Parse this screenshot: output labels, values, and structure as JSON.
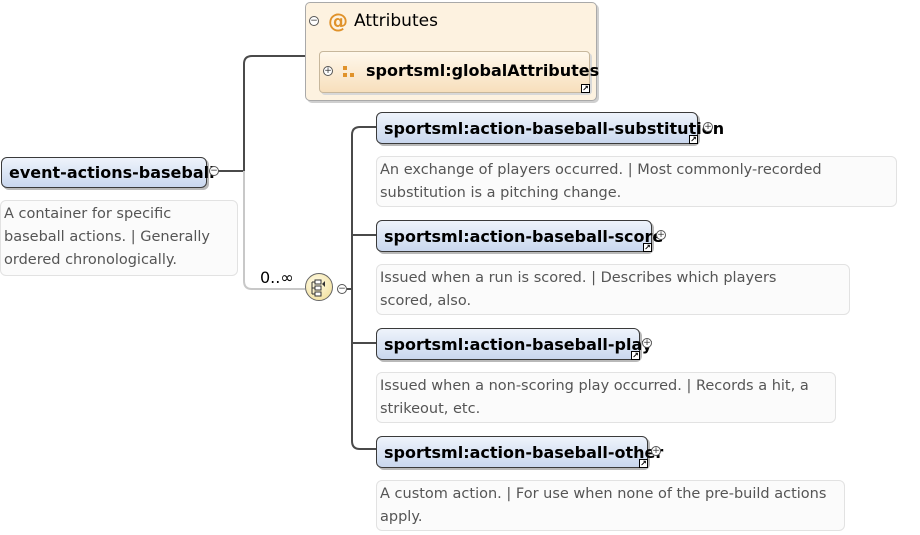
{
  "root": {
    "name": "event-actions-baseball",
    "doc": [
      "A container for specific",
      "baseball actions. | Generally",
      "ordered chronologically."
    ]
  },
  "attributes": {
    "title": "Attributes",
    "group": "sportsml:globalAttributes"
  },
  "sequence": {
    "cardinality": "0..∞"
  },
  "children": [
    {
      "name": "sportsml:action-baseball-substitution",
      "doc": [
        "An exchange of players occurred. | Most commonly-recorded",
        "substitution is a pitching change."
      ]
    },
    {
      "name": "sportsml:action-baseball-score",
      "doc": [
        "Issued when a run is scored. | Describes which players",
        "scored, also."
      ]
    },
    {
      "name": "sportsml:action-baseball-play",
      "doc": [
        "Issued when a non-scoring play occurred. | Records a hit, a",
        "strikeout, etc."
      ]
    },
    {
      "name": "sportsml:action-baseball-other",
      "doc": [
        "A custom action. | For use when none of the pre-build actions",
        "apply."
      ]
    }
  ]
}
